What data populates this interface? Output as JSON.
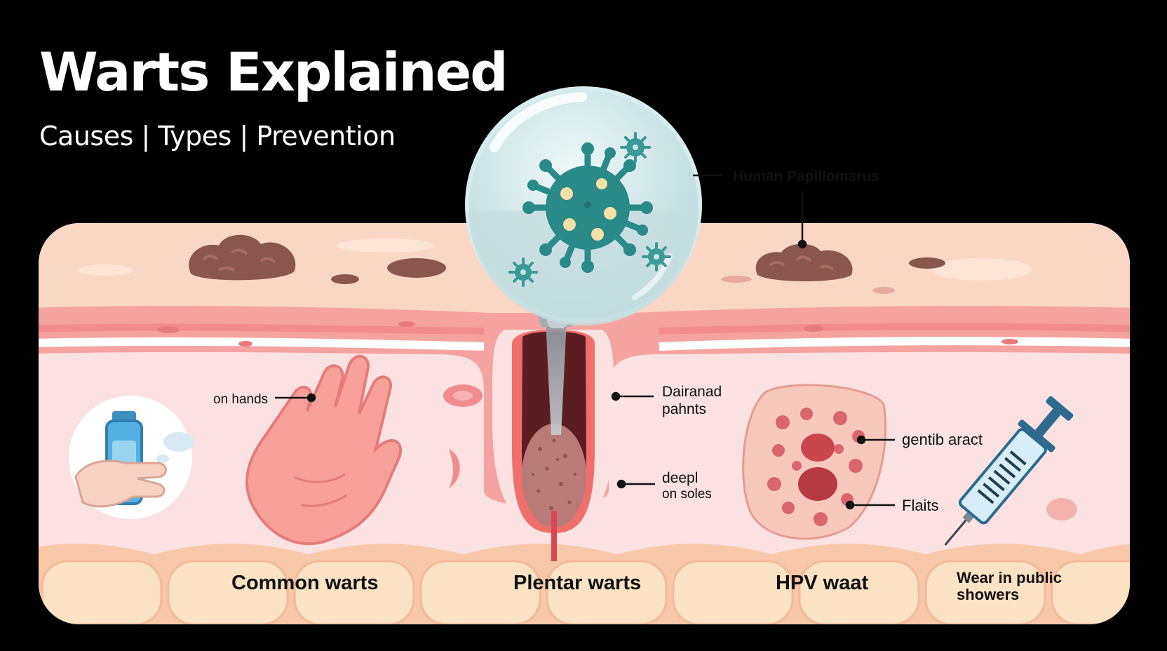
{
  "header": {
    "title": "Warts Explained",
    "subtitle": "Causes | Types | Prevention"
  },
  "labels": {
    "virus": "Human Papillomarus",
    "on_hands": "on hands",
    "dairanad_1": "Dairanad",
    "dairanad_2": "pahnts",
    "deepl_1": "deepl",
    "deepl_2": "on soles",
    "gentib": "gentib aract",
    "flaits": "Flaits"
  },
  "sections": {
    "common": "Common warts",
    "plantar": "Plentar warts",
    "hpv": "HPV waat",
    "wear_1": "Wear in public",
    "wear_2": "showers"
  },
  "colors": {
    "background": "#000000",
    "skin_top": "#fad6c4",
    "dermis": "#f5a3a0",
    "tissue": "#fbe1e1",
    "fat": "#fbe2c2",
    "virus": "#2a8a88",
    "wart": "#8b5550",
    "text": "#111111"
  },
  "icons": [
    "virus-icon",
    "hand-icon",
    "sanitizer-icon",
    "syringe-icon",
    "magnifier-icon",
    "wart-icon"
  ]
}
